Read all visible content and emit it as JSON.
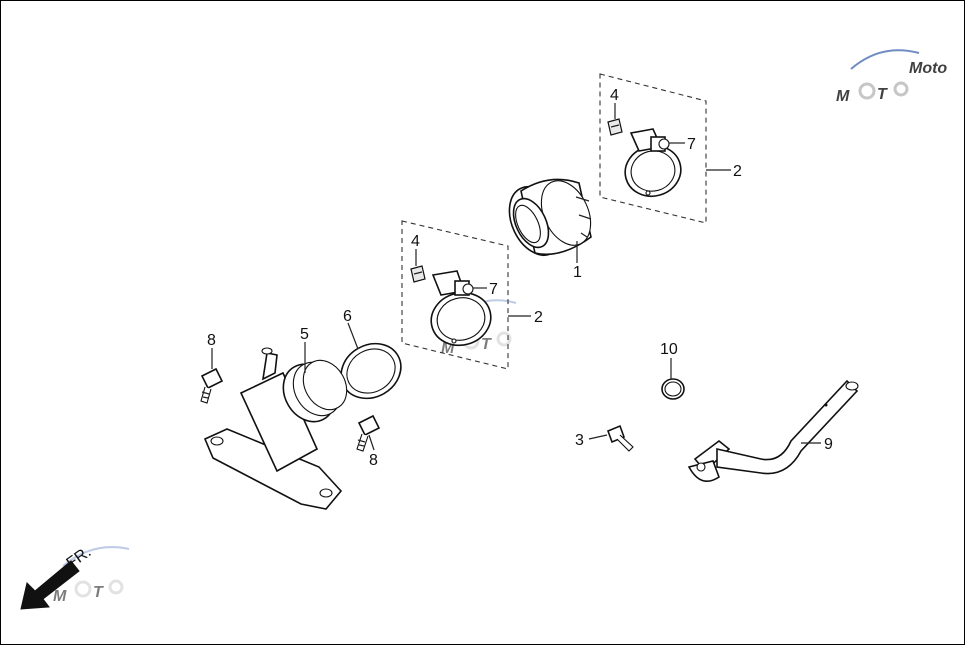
{
  "callouts": [
    {
      "id": "1",
      "label": "1"
    },
    {
      "id": "2a",
      "label": "2"
    },
    {
      "id": "2b",
      "label": "2"
    },
    {
      "id": "3",
      "label": "3"
    },
    {
      "id": "4a",
      "label": "4"
    },
    {
      "id": "4b",
      "label": "4"
    },
    {
      "id": "5",
      "label": "5"
    },
    {
      "id": "6",
      "label": "6"
    },
    {
      "id": "7a",
      "label": "7"
    },
    {
      "id": "7b",
      "label": "7"
    },
    {
      "id": "8a",
      "label": "8"
    },
    {
      "id": "8b",
      "label": "8"
    },
    {
      "id": "9",
      "label": "9"
    },
    {
      "id": "10",
      "label": "10"
    }
  ],
  "direction": {
    "label": "FR."
  },
  "watermark": {
    "brand": "MOTO",
    "colors": {
      "red": "#d9534f",
      "blue": "#4a6fb3",
      "grey": "#b9b9b9"
    }
  },
  "icons": {
    "front_arrow": "arrow-down-left-icon"
  }
}
